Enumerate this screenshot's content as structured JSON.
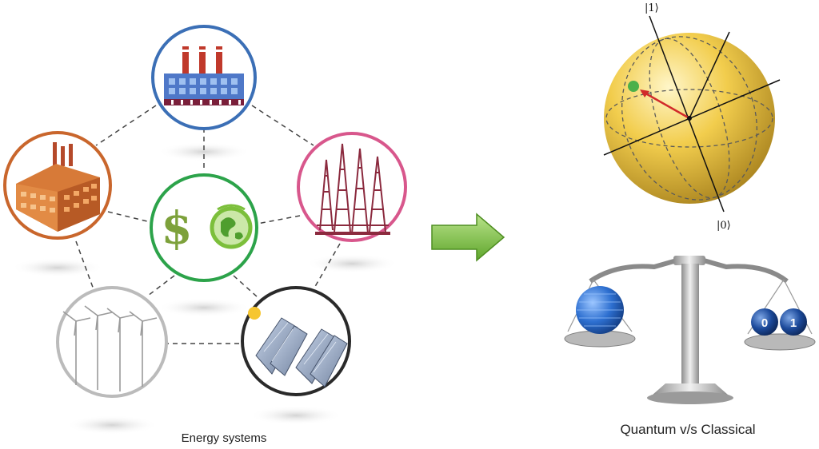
{
  "energy": {
    "caption": "Energy systems",
    "nodes": [
      {
        "key": "factory",
        "icon": "factory-icon",
        "ring_color": "#3b6fb6"
      },
      {
        "key": "industrial",
        "icon": "industrial-building-icon",
        "ring_color": "#c9662c"
      },
      {
        "key": "finance-earth",
        "icon": "dollar-earth-icon",
        "ring_color": "#2ca34a"
      },
      {
        "key": "oil-rigs",
        "icon": "oil-rig-icon",
        "ring_color": "#d8578c"
      },
      {
        "key": "wind",
        "icon": "wind-turbine-icon",
        "ring_color": "#bbbbbb"
      },
      {
        "key": "solar",
        "icon": "solar-panel-icon",
        "ring_color": "#2a2a2a"
      }
    ]
  },
  "quantum": {
    "caption": "Quantum v/s Classical",
    "bloch": {
      "top_label": "|1⟩",
      "bottom_label": "|0⟩",
      "sphere_color": "#f2cd4d"
    },
    "scale": {
      "left_icon": "quantum-sphere-icon",
      "right_icon": "binary-bits-icon",
      "bit_labels": [
        "0",
        "1"
      ]
    }
  },
  "arrow_color": "#7cc243"
}
